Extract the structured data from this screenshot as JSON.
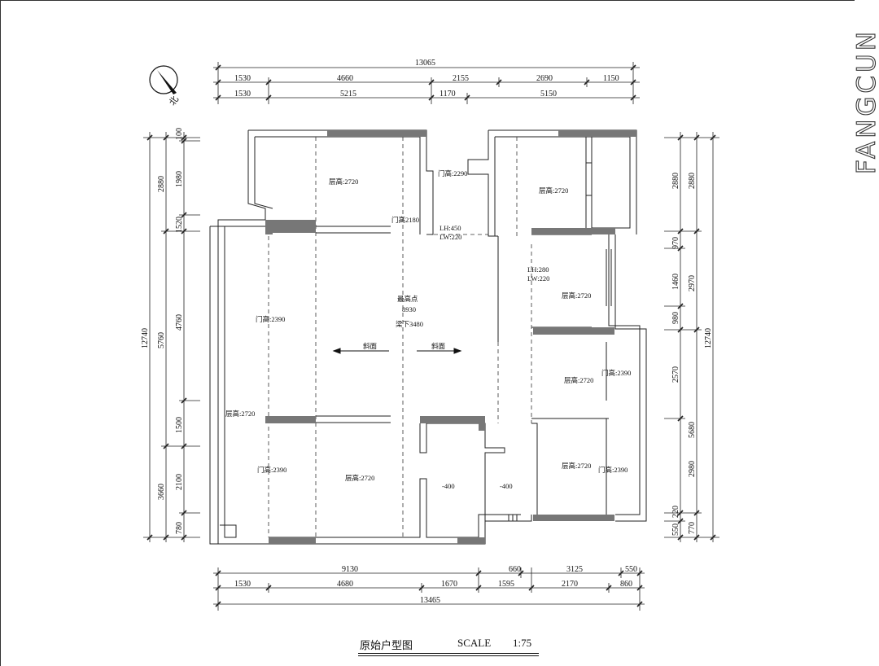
{
  "brand": {
    "text": "FANGCUN"
  },
  "compass": {
    "label": "北"
  },
  "caption": {
    "title": "原始户型图",
    "scale_word": "SCALE",
    "scale_value": "1:75"
  },
  "dims": {
    "top_total": "13065",
    "top_row1": [
      "1530",
      "4660",
      "2155",
      "2690",
      "1150"
    ],
    "top_row2": [
      "1530",
      "5215",
      "1170",
      "5150"
    ],
    "bottom_row1": [
      "9130",
      "660",
      "3125",
      "550"
    ],
    "bottom_row2": [
      "1530",
      "4680",
      "1670",
      "1595",
      "2170",
      "860"
    ],
    "bottom_total": "13465",
    "left_outer": "12740",
    "left_mid": [
      "2880",
      "5760",
      "3660"
    ],
    "left_inner": [
      "100",
      "1980",
      "1520",
      "4760",
      "1500",
      "2100",
      "780"
    ],
    "right_outer": "12740",
    "right_mid": [
      "2880",
      "5680",
      "2980",
      "770"
    ],
    "right_inner": [
      "2880",
      "970",
      "1460",
      "980",
      "2570",
      "220",
      "550"
    ],
    "right_mid2": "2970"
  },
  "labels": {
    "h_kitchen_top": "层高:2720",
    "door_top": "门高:2290",
    "h_bed_ne": "层高:2720",
    "door_2180": "门高2180",
    "lh450": "LH:450",
    "lw220a": "LW:220",
    "lh280": "LH:280",
    "lw220b": "LW:220",
    "h_bed_e1": "层高:2720",
    "peak": "最高点",
    "peak_val": "8930",
    "beam": "梁下3480",
    "door_w1": "门高:2390",
    "slope1": "斜面",
    "slope2": "斜面",
    "h_bed_e2": "层高:2720",
    "door_e2": "门高:2390",
    "h_west": "层高:2720",
    "door_w2": "门高:2390",
    "h_south": "层高:2720",
    "minus1": "-400",
    "minus2": "-400",
    "h_bed_se": "层高:2720",
    "door_se": "门高:2390"
  }
}
